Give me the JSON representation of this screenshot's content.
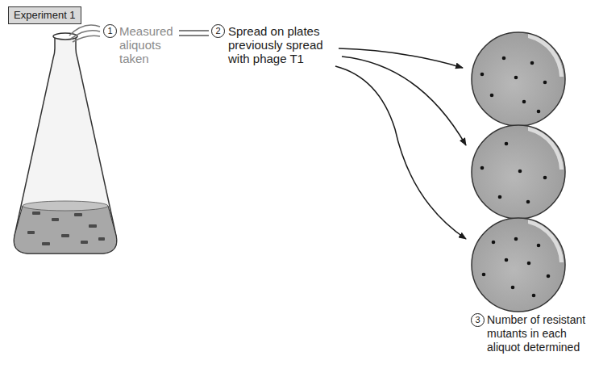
{
  "diagram": {
    "title": "Experiment 1",
    "labels": [
      "1",
      "Measured aliquots taken",
      "2",
      "Spread on plates previously spread with phage T1",
      "3",
      "Number of resistant mutants in each aliquot determined"
    ]
  }
}
